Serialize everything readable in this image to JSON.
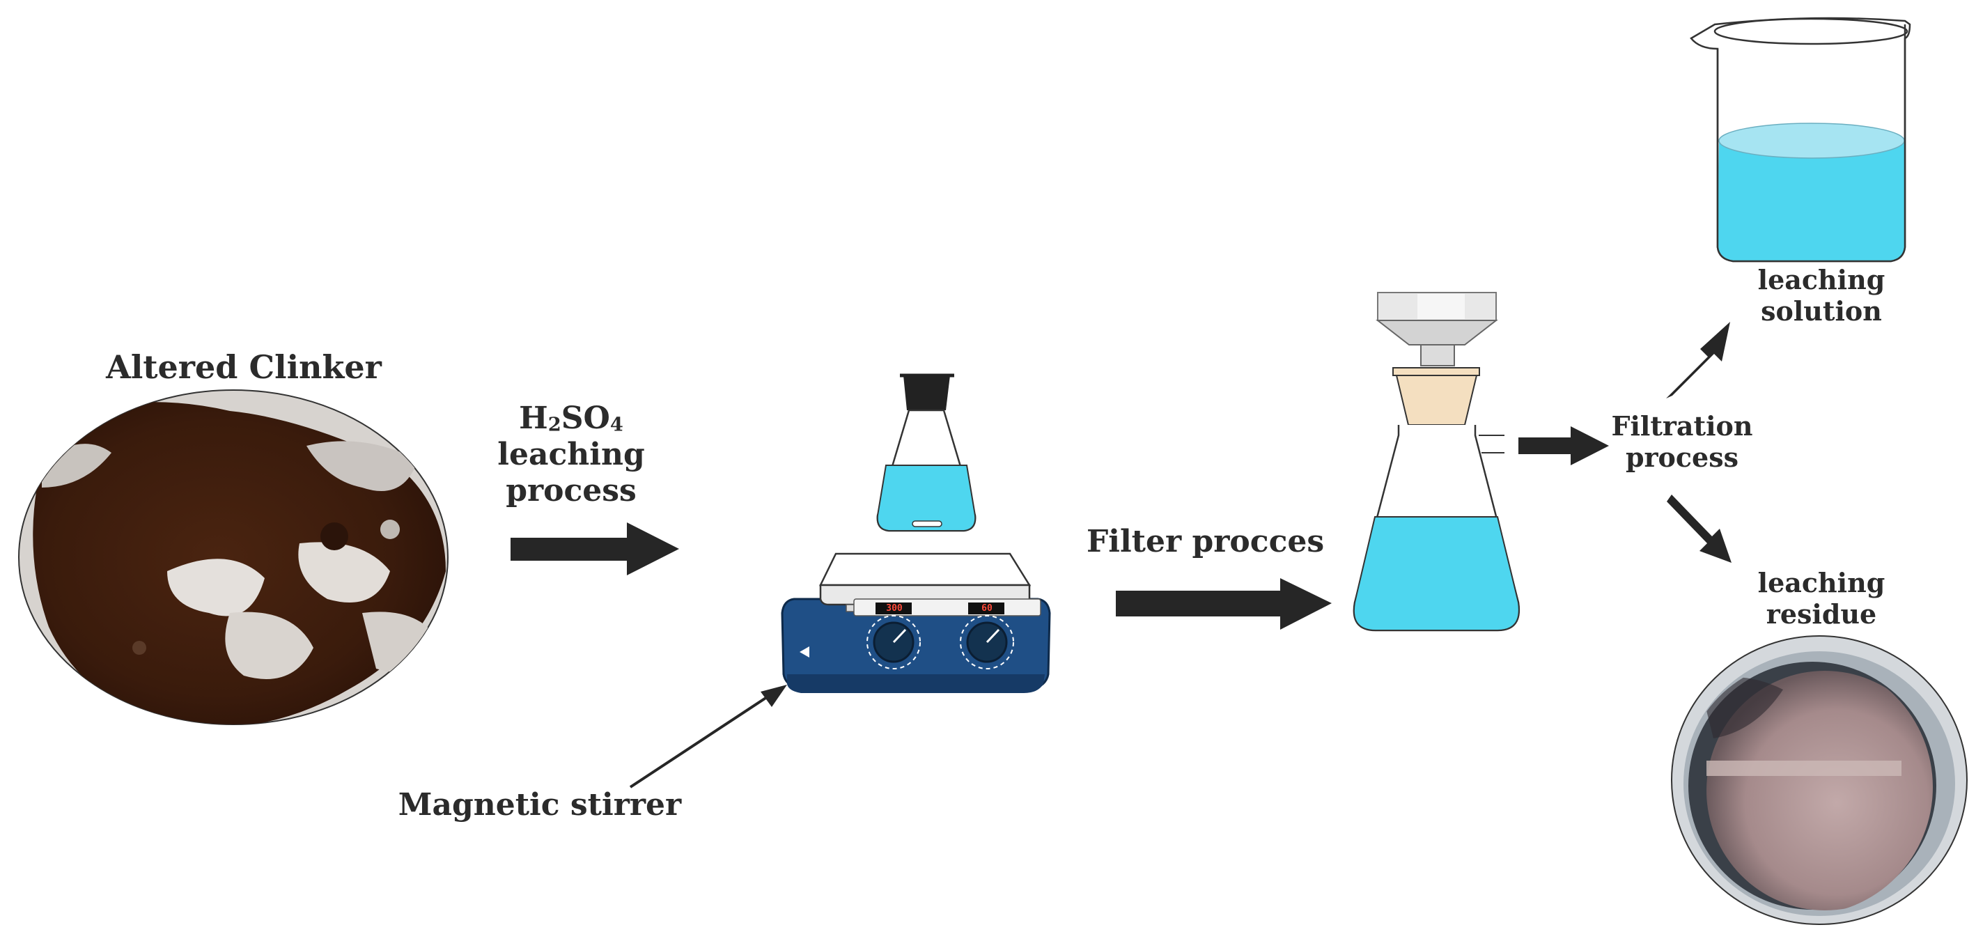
{
  "title": "Altered Clinker",
  "step1": {
    "reagent_main": "H",
    "reagent_sub1": "2",
    "reagent_mid": "SO",
    "reagent_sub2": "4",
    "line2": "leaching",
    "line3": "process"
  },
  "stirrer_label": "Magnetic stirrer",
  "stirrer_display": {
    "left": "300",
    "right": "60"
  },
  "filter_label": "Filter procces",
  "filtration_label": {
    "line1": "Filtration",
    "line2": "process"
  },
  "solution_label": {
    "line1": "leaching",
    "line2": "solution"
  },
  "residue_label": {
    "line1": "leaching",
    "line2": "residue"
  },
  "colors": {
    "liquid": "#4ed6ef",
    "liquid_top": "#a6e4f2",
    "arrow": "#262626",
    "stirrer_blue": "#1f4f86",
    "clinker_brown": "#3a1b0c",
    "filter_paper": "#f4dfc0"
  }
}
